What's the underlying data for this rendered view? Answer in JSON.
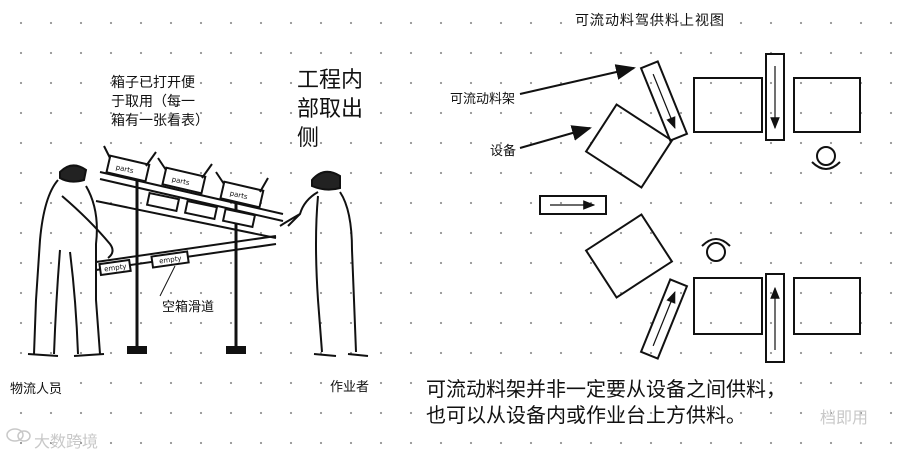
{
  "left_diagram": {
    "note": "箱子已打开便\n于取用（每一\n箱有一张看表）",
    "side_label": "工程内\n部取出\n侧",
    "box_label": "parts",
    "empty_label": "empty",
    "chute_label": "空箱滑道",
    "logistics_label": "物流人员",
    "operator_label": "作业者"
  },
  "right_diagram": {
    "title": "可流动料驾供料上视图",
    "rack_label": "可流动料架",
    "equipment_label": "设备",
    "caption": "可流动料架并非一定要从设备之间供料，\n也可以从设备内或作业台上方供料。"
  },
  "watermarks": {
    "left": "大数跨境",
    "right": "档即用"
  }
}
